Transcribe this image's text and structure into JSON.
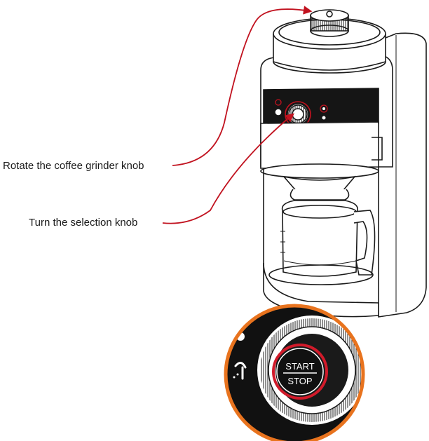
{
  "callouts": {
    "grinder_knob": "Rotate the coffee grinder knob",
    "selection_knob": "Turn the selection knob"
  },
  "zoom": {
    "button_line1": "START",
    "button_line2": "STOP"
  },
  "colors": {
    "leader_line": "#c1121f",
    "zoom_ring": "#e8731e",
    "button_ring": "#d11a2a",
    "panel": "#111111"
  },
  "icons": [
    "grinder-knob-icon",
    "selection-knob-icon",
    "start-stop-button-icon",
    "coffee-maker-illustration"
  ]
}
